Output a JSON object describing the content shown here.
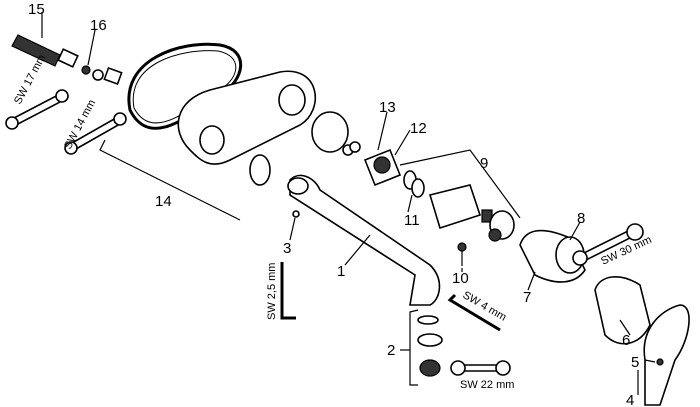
{
  "labels": {
    "p1": "1",
    "p2": "2",
    "p3": "3",
    "p4": "4",
    "p5": "5",
    "p6": "6",
    "p7": "7",
    "p8": "8",
    "p9": "9",
    "p10": "10",
    "p11": "11",
    "p12": "12",
    "p13": "13",
    "p14": "14",
    "p15": "15",
    "p16": "16"
  },
  "tools": {
    "sw17": "SW 17 mm",
    "sw14": "SW 14 mm",
    "sw30": "SW 30 mm",
    "sw25": "SW 2,5 mm",
    "sw4": "SW 4 mm",
    "sw22": "SW 22 mm"
  }
}
